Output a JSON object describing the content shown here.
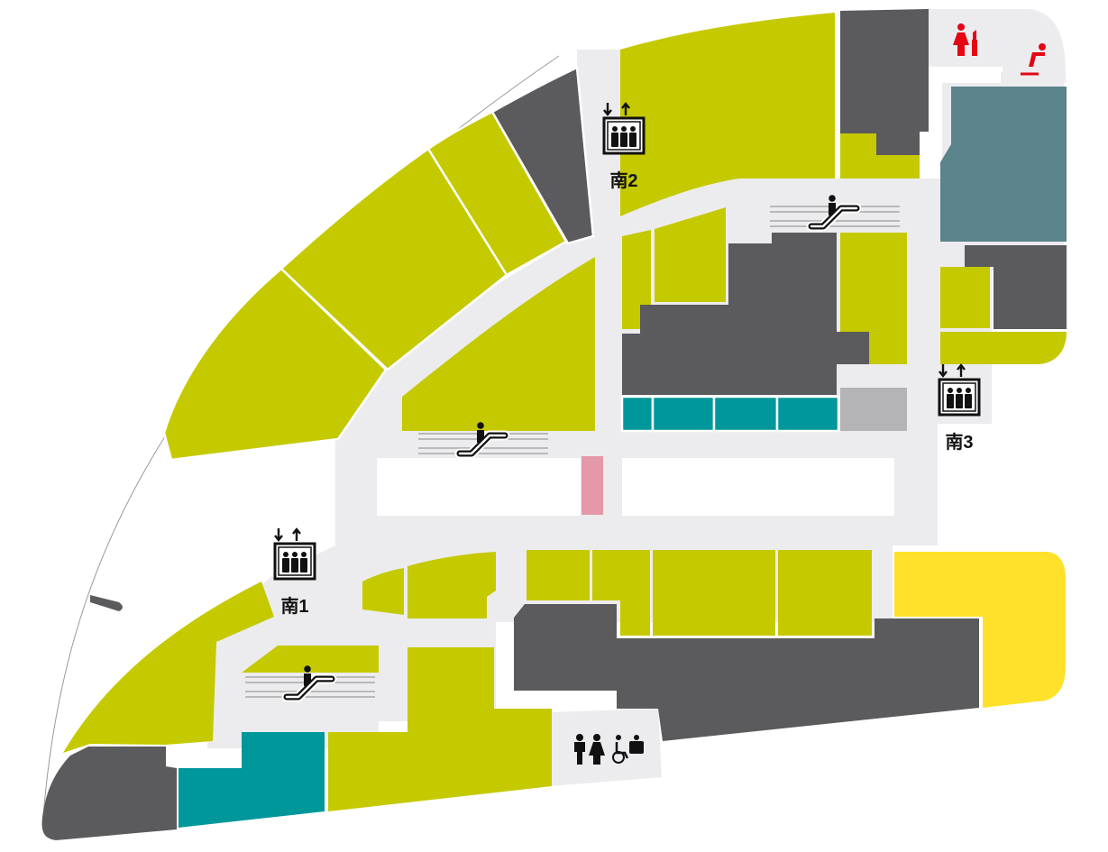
{
  "map": {
    "colors": {
      "background": "#ffffff",
      "corridor": "#ececee",
      "shop": "#c5c900",
      "dark": "#5b5a5c",
      "teal": "#00979b",
      "slate": "#5a838c",
      "gray": "#b4b4b6",
      "yellow": "#ffe12b",
      "pink": "#e598a8",
      "red": "#e30613",
      "black": "#111111"
    },
    "elevators": [
      {
        "id": "s1",
        "label": "南1",
        "icon": "elevator-icon"
      },
      {
        "id": "s2",
        "label": "南2",
        "icon": "elevator-icon"
      },
      {
        "id": "s3",
        "label": "南3",
        "icon": "elevator-icon"
      }
    ],
    "escalators": [
      {
        "id": "e1",
        "icon": "escalator-icon"
      },
      {
        "id": "e2",
        "icon": "escalator-icon"
      },
      {
        "id": "e3",
        "icon": "escalator-icon"
      }
    ],
    "restrooms": [
      {
        "id": "main",
        "icons": [
          "man-icon",
          "woman-icon",
          "wheelchair-icon",
          "ostomate-icon"
        ]
      },
      {
        "id": "womens-powder",
        "icons": [
          "woman-icon",
          "lipstick-icon",
          "rest-seat-icon"
        ]
      }
    ]
  }
}
